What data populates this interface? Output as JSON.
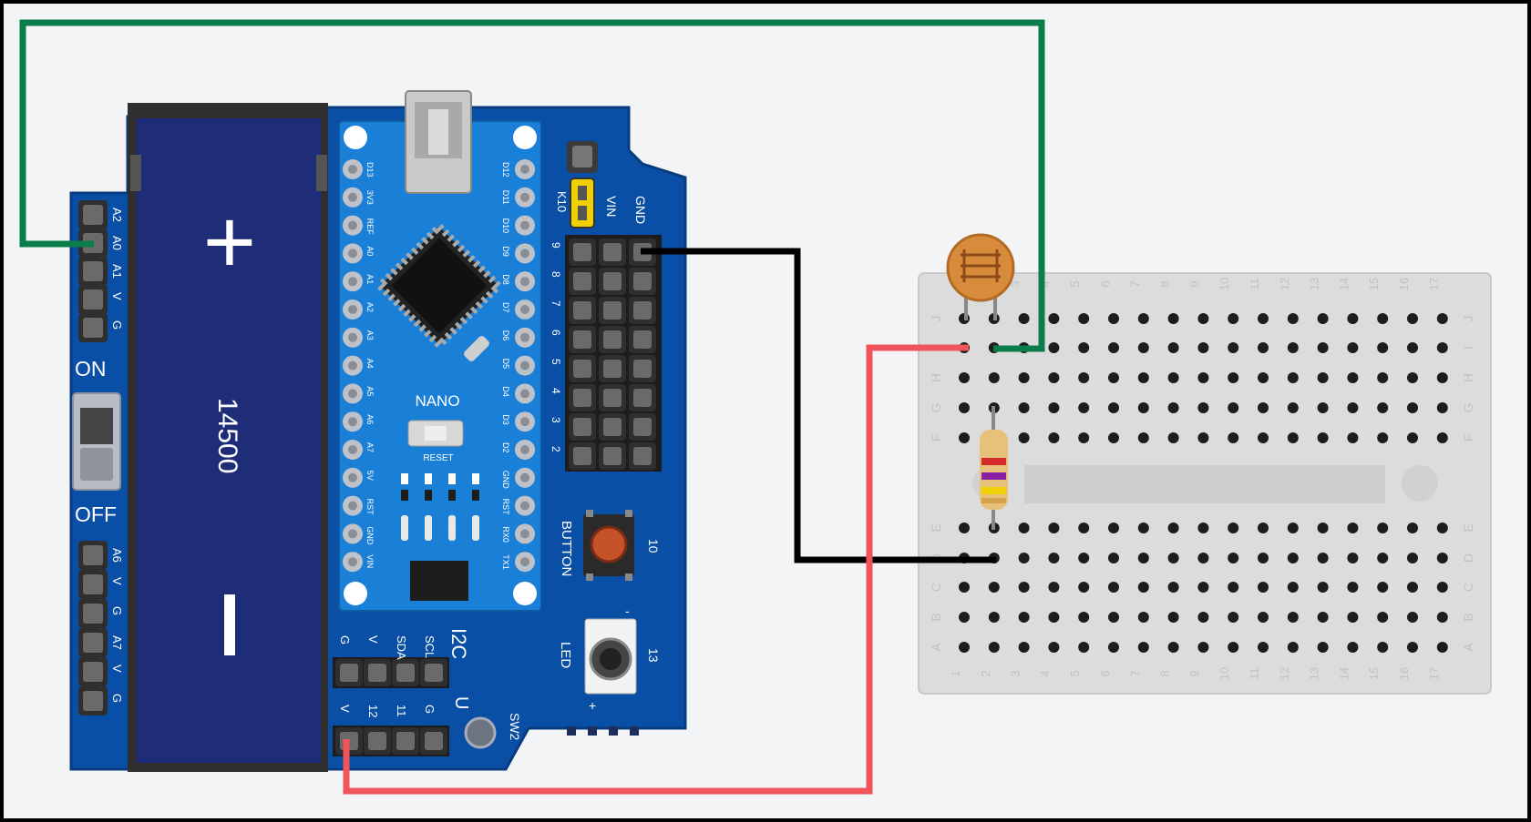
{
  "colors": {
    "canvas_bg": "#f3f4f6",
    "frame": "#000000",
    "board_blue": "#0a4fa6",
    "nano_blue": "#1a7fd6",
    "battery_navy": "#1f2d78",
    "breadboard": "#dcdcdc",
    "wire_green": "#0a7d4a",
    "wire_black": "#000000",
    "wire_red": "#f2545b",
    "ldr": "#d98b3c",
    "resistor_body": "#e7c07a"
  },
  "battery": {
    "plus": "+",
    "minus": "−",
    "model": "14500"
  },
  "switch": {
    "on": "ON",
    "off": "OFF"
  },
  "left_header_top": [
    "A2",
    "A0",
    "A1",
    "V",
    "G"
  ],
  "left_header_bottom": [
    "A6",
    "V",
    "G",
    "A7",
    "V",
    "G"
  ],
  "nano": {
    "name": "NANO",
    "reset": "RESET",
    "left_pins": [
      "D13",
      "3V3",
      "REF",
      "A0",
      "A1",
      "A2",
      "A3",
      "A4",
      "A5",
      "A6",
      "A7",
      "5V",
      "RST",
      "GND",
      "VIN"
    ],
    "right_pins": [
      "D12",
      "D11",
      "D10",
      "D9",
      "D8",
      "D7",
      "D6",
      "D5",
      "D4",
      "D3",
      "D2",
      "GND",
      "RST",
      "RX0",
      "TX1"
    ]
  },
  "shield": {
    "jumper_labels": [
      "K10",
      "VIN",
      "GND"
    ],
    "row_numbers": [
      "9",
      "8",
      "7",
      "6",
      "5",
      "4",
      "3",
      "2"
    ],
    "button": {
      "label": "BUTTON",
      "pin": "10"
    },
    "led": {
      "label": "LED",
      "pin": "13",
      "minus": "-",
      "plus": "+"
    },
    "i2c": {
      "title": "I2C",
      "pins": [
        "G",
        "V",
        "SDA",
        "SCL"
      ]
    },
    "u": {
      "title": "U",
      "pins": [
        "V",
        "12",
        "11",
        "G"
      ]
    },
    "sw2": "SW2"
  },
  "breadboard": {
    "top_rows": [
      "J",
      "I",
      "H",
      "G",
      "F"
    ],
    "bottom_rows": [
      "E",
      "D",
      "C",
      "B",
      "A"
    ],
    "columns": [
      "1",
      "2",
      "3",
      "4",
      "5",
      "6",
      "7",
      "8",
      "9",
      "10",
      "11",
      "12",
      "13",
      "14",
      "15",
      "16",
      "17"
    ]
  }
}
